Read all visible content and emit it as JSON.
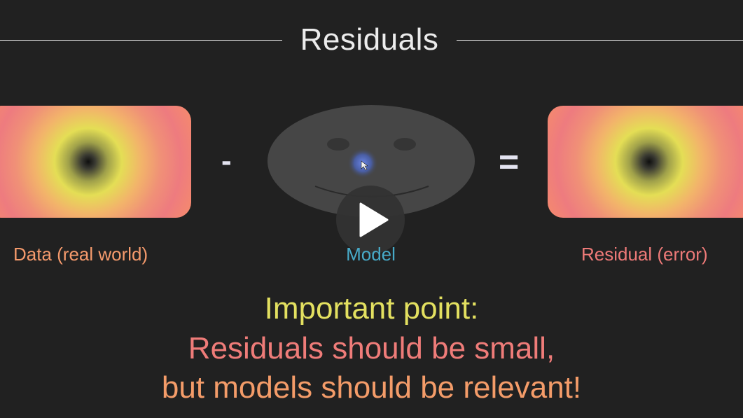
{
  "slide": {
    "title": "Residuals",
    "operator_minus": "-",
    "operator_equals": "="
  },
  "panels": {
    "data": {
      "label": "Data (real world)"
    },
    "model": {
      "label": "Model"
    },
    "residual": {
      "label": "Residual (error)"
    }
  },
  "important_point": {
    "heading": "Important point:",
    "line1": "Residuals should be small,",
    "line2": "but models should be relevant!"
  },
  "video": {
    "play_icon": "play-icon"
  },
  "colors": {
    "background": "#212121",
    "title": "#ececec",
    "data_label": "#f59a6c",
    "model_label": "#47aac8",
    "residual_label": "#ee7a78",
    "heading": "#e3e060",
    "line1": "#ef7c79",
    "line2": "#f49c69"
  }
}
